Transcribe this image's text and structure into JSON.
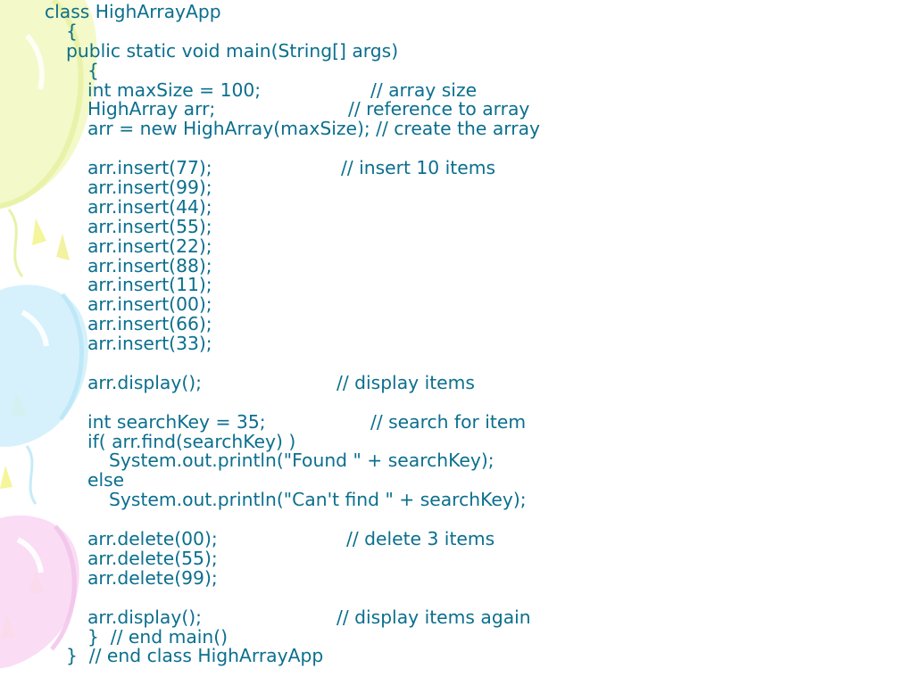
{
  "colors": {
    "text": "#0b6f8e",
    "balloon_yellow": "#eef7b0",
    "balloon_blue": "#cfeefa",
    "balloon_pink": "#f7d3f2"
  },
  "lines": [
    {
      "code": "class HighArrayApp",
      "comment": "",
      "indent": 0,
      "comment_x": 0
    },
    {
      "code": "{",
      "comment": "",
      "indent": 1,
      "comment_x": 0
    },
    {
      "code": "public static void main(String[] args)",
      "comment": "",
      "indent": 1,
      "comment_x": 0
    },
    {
      "code": "{",
      "comment": "",
      "indent": 2,
      "comment_x": 0
    },
    {
      "code": "int maxSize = 100;",
      "comment": "// array size",
      "indent": 2,
      "comment_x": 0
    },
    {
      "code": "HighArray arr;",
      "comment": "// reference to array",
      "indent": 2,
      "comment_x": 0
    },
    {
      "code": "arr = new HighArray(maxSize); // create the array",
      "comment": "",
      "indent": 2,
      "comment_x": 0
    },
    {
      "code": "",
      "comment": "",
      "indent": 0,
      "comment_x": 0
    },
    {
      "code": "arr.insert(77);",
      "comment": "// insert 10 items",
      "indent": 2,
      "comment_x": 0
    },
    {
      "code": "arr.insert(99);",
      "comment": "",
      "indent": 2,
      "comment_x": 0
    },
    {
      "code": "arr.insert(44);",
      "comment": "",
      "indent": 2,
      "comment_x": 0
    },
    {
      "code": "arr.insert(55);",
      "comment": "",
      "indent": 2,
      "comment_x": 0
    },
    {
      "code": "arr.insert(22);",
      "comment": "",
      "indent": 2,
      "comment_x": 0
    },
    {
      "code": "arr.insert(88);",
      "comment": "",
      "indent": 2,
      "comment_x": 0
    },
    {
      "code": "arr.insert(11);",
      "comment": "",
      "indent": 2,
      "comment_x": 0
    },
    {
      "code": "arr.insert(00);",
      "comment": "",
      "indent": 2,
      "comment_x": 0
    },
    {
      "code": "arr.insert(66);",
      "comment": "",
      "indent": 2,
      "comment_x": 0
    },
    {
      "code": "arr.insert(33);",
      "comment": "",
      "indent": 2,
      "comment_x": 0
    },
    {
      "code": "",
      "comment": "",
      "indent": 0,
      "comment_x": 0
    },
    {
      "code": "arr.display();",
      "comment": "// display items",
      "indent": 2,
      "comment_x": 0
    },
    {
      "code": "",
      "comment": "",
      "indent": 0,
      "comment_x": 0
    },
    {
      "code": "int searchKey = 35;",
      "comment": "// search for item",
      "indent": 2,
      "comment_x": 0
    },
    {
      "code": "if( arr.find(searchKey) )",
      "comment": "",
      "indent": 2,
      "comment_x": 0
    },
    {
      "code": "System.out.println(\"Found \" + searchKey);",
      "comment": "",
      "indent": 3,
      "comment_x": 0
    },
    {
      "code": "else",
      "comment": "",
      "indent": 2,
      "comment_x": 0
    },
    {
      "code": "System.out.println(\"Can't find \" + searchKey);",
      "comment": "",
      "indent": 3,
      "comment_x": 0
    },
    {
      "code": "",
      "comment": "",
      "indent": 0,
      "comment_x": 0
    },
    {
      "code": "arr.delete(00);",
      "comment": "// delete 3 items",
      "indent": 2,
      "comment_x": 0
    },
    {
      "code": "arr.delete(55);",
      "comment": "",
      "indent": 2,
      "comment_x": 0
    },
    {
      "code": "arr.delete(99);",
      "comment": "",
      "indent": 2,
      "comment_x": 0
    },
    {
      "code": "",
      "comment": "",
      "indent": 0,
      "comment_x": 0
    },
    {
      "code": "arr.display();",
      "comment": "// display items again",
      "indent": 2,
      "comment_x": 0
    },
    {
      "code": "}  // end main()",
      "comment": "",
      "indent": 2,
      "comment_x": 0
    },
    {
      "code": "}  // end class HighArrayApp",
      "comment": "",
      "indent": 1,
      "comment_x": 0
    }
  ]
}
